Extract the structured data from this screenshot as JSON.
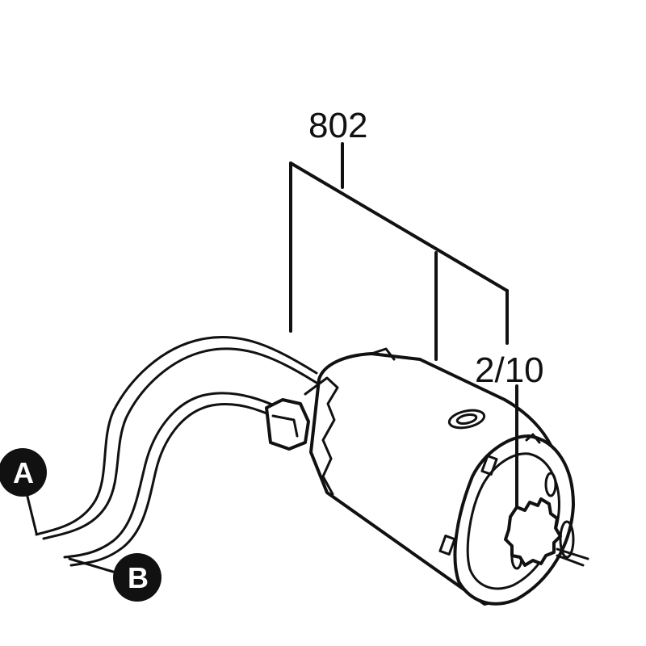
{
  "labels": {
    "part_802": "802",
    "part_2_10": "2/10",
    "callout_a": "A",
    "callout_b": "B"
  },
  "colors": {
    "ink": "#111111",
    "paper": "#ffffff"
  }
}
